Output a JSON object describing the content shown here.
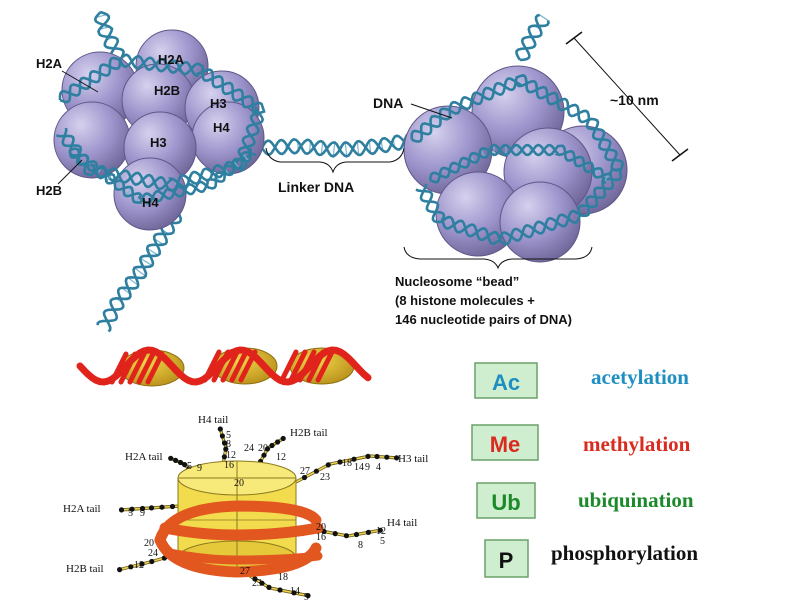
{
  "nucleosome_top": {
    "left_histone_labels": {
      "h2a_outer": "H2A",
      "h2a_inner": "H2A",
      "h2b_inner": "H2B",
      "h3_right": "H3",
      "h4_right": "H4",
      "h3_center": "H3",
      "h2b_outer": "H2B",
      "h4_bottom": "H4"
    },
    "linker_label": "Linker DNA",
    "dna_label": "DNA",
    "size_label": "~10 nm",
    "bead_caption": {
      "line1": "Nucleosome “bead”",
      "line2": "(8 histone molecules +",
      "line3": "146 nucleotide pairs of DNA)"
    }
  },
  "tail_diagram": {
    "tails": {
      "h4_top": "H4 tail",
      "h2b_top": "H2B tail",
      "h2a_upper": "H2A tail",
      "h3": "H3 tail",
      "h2a_left": "H2A tail",
      "h4_right": "H4 tail",
      "h2b_left": "H2B tail"
    },
    "residues": {
      "h4_top": [
        "5",
        "8",
        "12",
        "16",
        "20"
      ],
      "h2a_upper": [
        "5",
        "9"
      ],
      "h2b_top": [
        "24",
        "20",
        "12"
      ],
      "h3": [
        "27",
        "23",
        "18",
        "14",
        "9",
        "4"
      ],
      "h2a_left": [
        "5",
        "9"
      ],
      "h4_right": [
        "20",
        "16",
        "12",
        "8",
        "5"
      ],
      "h2b_left": [
        "20",
        "24",
        "12"
      ],
      "bottom": [
        "27",
        "23",
        "18",
        "14",
        "9"
      ]
    }
  },
  "legend": [
    {
      "badge": "Ac",
      "label": "acetylation",
      "badge_color": "#1e8fc0",
      "label_color": "#1e8fc0"
    },
    {
      "badge": "Me",
      "label": "methylation",
      "badge_color": "#d92b1f",
      "label_color": "#d92b1f"
    },
    {
      "badge": "Ub",
      "label": "ubiquination",
      "badge_color": "#1c8a2a",
      "label_color": "#1c8a2a"
    },
    {
      "badge": "P",
      "label": "phosphorylation",
      "badge_color": "#111111",
      "label_color": "#111111"
    }
  ],
  "colors": {
    "histone": "#9d95cc",
    "dna": "#2f7fa0",
    "badge_bg": "#cfeecf",
    "cylinder": "#f3e05a",
    "wrap": "#e2571f"
  }
}
